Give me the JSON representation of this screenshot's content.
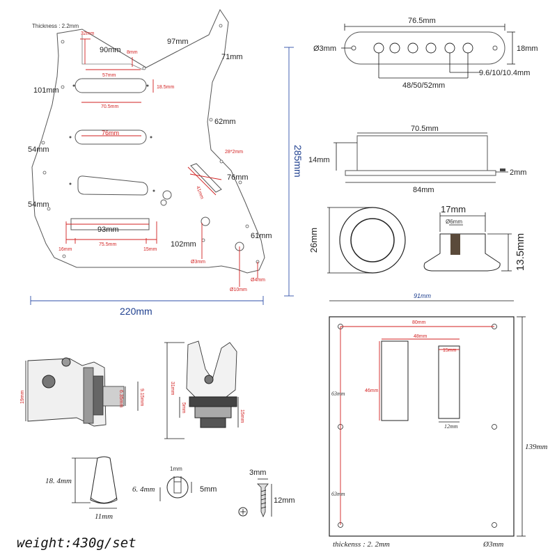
{
  "pickguard": {
    "thickness": "Thickness : 2.2mm",
    "d32": "32mm",
    "d8": "8mm",
    "d90": "90mm",
    "d97": "97mm",
    "d71": "71mm",
    "d57": "57mm",
    "d101": "101mm",
    "d18_5": "18.5mm",
    "d70_5": "70.5mm",
    "d62": "62mm",
    "d76a": "76mm",
    "d54a": "54mm",
    "d28x2": "28*2mm",
    "d76b": "76mm",
    "d41": "41mm",
    "d54b": "54mm",
    "d93": "93mm",
    "d61": "61mm",
    "d16": "16mm",
    "d75_5": "75.5mm",
    "d15": "15mm",
    "d102": "102mm",
    "d3": "Ø3mm",
    "d4": "Ø4mm",
    "d10": "Ø10mm",
    "d285": "285mm",
    "d220": "220mm"
  },
  "pickup": {
    "d76_5": "76.5mm",
    "d3": "Ø3mm",
    "d18": "18mm",
    "d9": "9.6/10/10.4mm",
    "d48": "48/50/52mm"
  },
  "pickup_side": {
    "d70_5": "70.5mm",
    "d14": "14mm",
    "d2": "2mm",
    "d84": "84mm"
  },
  "knob": {
    "d26": "26mm",
    "d17": "17mm",
    "d6": "Ø6mm",
    "d13_5": "13.5mm"
  },
  "backplate": {
    "d91": "91mm",
    "d80": "80mm",
    "d48": "48mm",
    "d15": "15mm",
    "d46": "46mm",
    "d12": "12mm",
    "d63a": "63mm",
    "d63b": "63mm",
    "d139": "139mm",
    "thickness": "thickenss : 2. 2mm",
    "d3": "Ø3mm"
  },
  "jack": {
    "d19": "19mm",
    "d6_35": "6.35mm",
    "d9_15": "9.15mm",
    "d31": "31mm",
    "d5": "5mm",
    "d15": "15mm"
  },
  "tip": {
    "d18_4": "18. 4mm",
    "d11": "11mm"
  },
  "washer": {
    "d1": "1mm",
    "d6_4": "6. 4mm",
    "d5": "5mm"
  },
  "screw": {
    "d3": "3mm",
    "d12": "12mm"
  },
  "weight": "weight:430g/set"
}
